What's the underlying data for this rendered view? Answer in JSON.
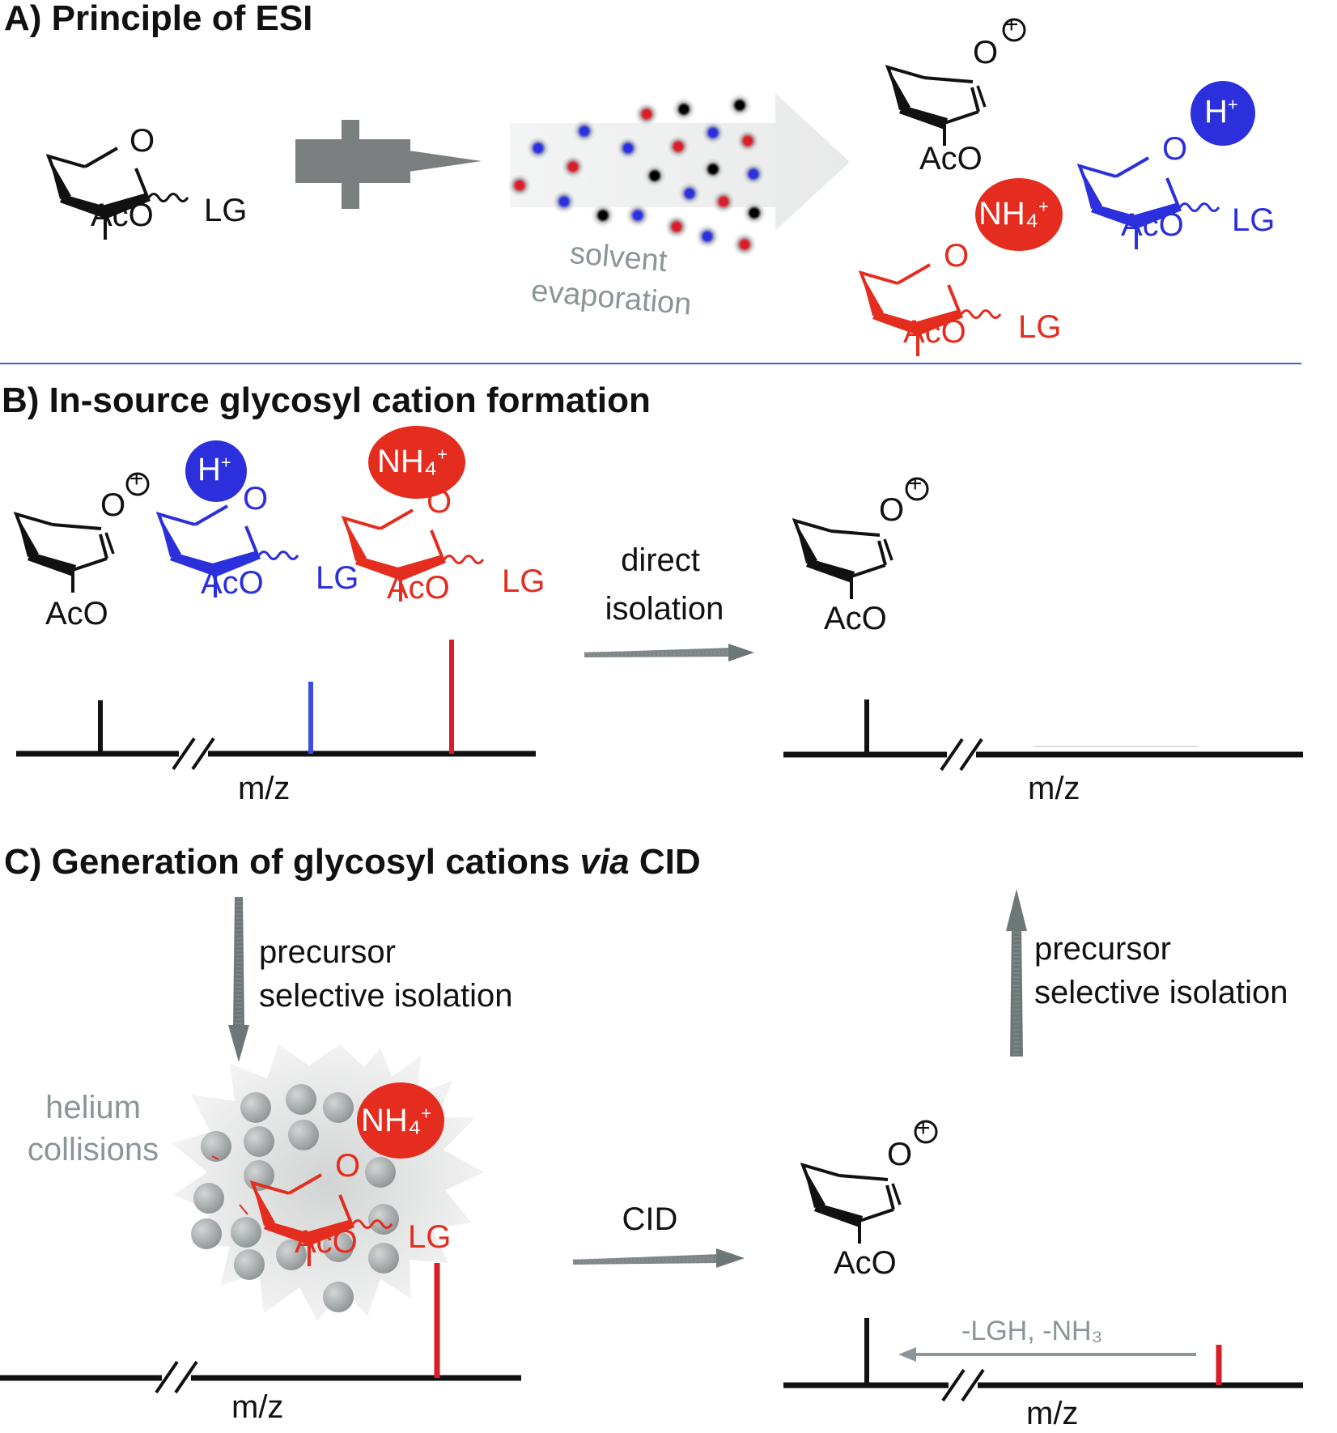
{
  "sections": {
    "a": {
      "title": "A) Principle of ESI"
    },
    "b": {
      "title": "B) In-source glycosyl cation formation"
    },
    "c": {
      "title_prefix": "C) Generation of glycosyl cations ",
      "title_italic": "via",
      "title_suffix": " CID"
    }
  },
  "labels": {
    "solvent": "solvent",
    "evaporation": "evaporation",
    "direct": "direct",
    "isolation": "isolation",
    "precursor": "precursor",
    "selective_isolation": "selective isolation",
    "helium": "helium",
    "collisions": "collisions",
    "cid": "CID",
    "mz": "m/z",
    "loss": "-LGH, -NH₃"
  },
  "chem": {
    "aco": "AcO",
    "o": "O",
    "lg": "LG",
    "plus": "+",
    "h": "H",
    "nh4": "NH₄"
  },
  "colors": {
    "proton": "#2b2fdc",
    "ammonium": "#e42c1f",
    "ink": "#111111",
    "arrow_grey": "#6e7778",
    "divider": "#3f5fd8",
    "label_grey": "#8a9697"
  }
}
